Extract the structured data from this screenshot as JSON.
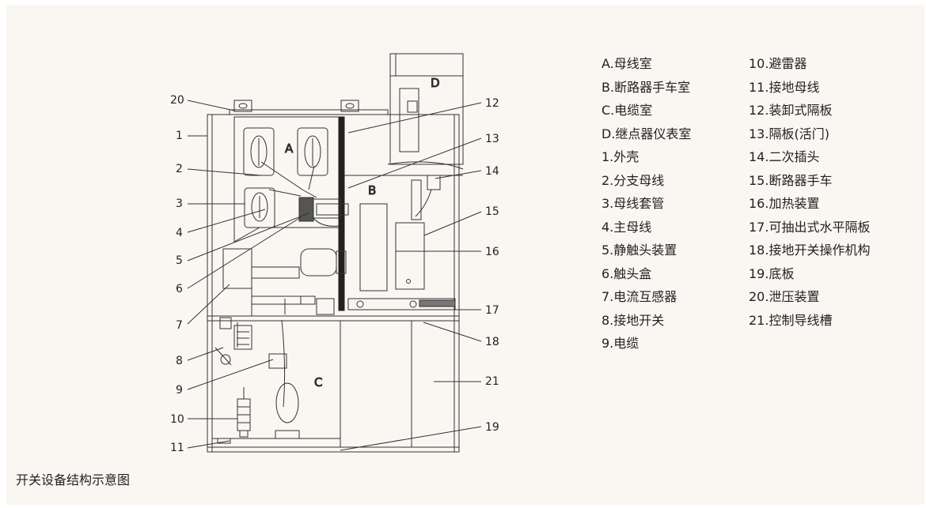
{
  "caption": "开关设备结构示意图",
  "rooms": {
    "A": "A",
    "B": "B",
    "C": "C",
    "D": "D"
  },
  "callouts": {
    "n1": "1",
    "n2": "2",
    "n3": "3",
    "n4": "4",
    "n5": "5",
    "n6": "6",
    "n7": "7",
    "n8": "8",
    "n9": "9",
    "n10": "10",
    "n11": "11",
    "n12": "12",
    "n13": "13",
    "n14": "14",
    "n15": "15",
    "n16": "16",
    "n17": "17",
    "n18": "18",
    "n19": "19",
    "n20": "20",
    "n21": "21"
  },
  "legend": [
    "A.母线室",
    "10.避雷器",
    "B.断路器手车室",
    "11.接地母线",
    "C.电缆室",
    "12.装卸式隔板",
    "D.继点器仪表室",
    "13.隔板(活门)",
    "1.外壳",
    "14.二次插头",
    "2.分支母线",
    "15.断路器手车",
    "3.母线套管",
    "16.加热装置",
    "4.主母线",
    "17.可抽出式水平隔板",
    "5.静触头装置",
    "18.接地开关操作机构",
    "6.触头盒",
    "19.底板",
    "7.电流互感器",
    "20.泄压装置",
    "8.接地开关",
    "21.控制导线槽",
    "9.电缆",
    ""
  ]
}
